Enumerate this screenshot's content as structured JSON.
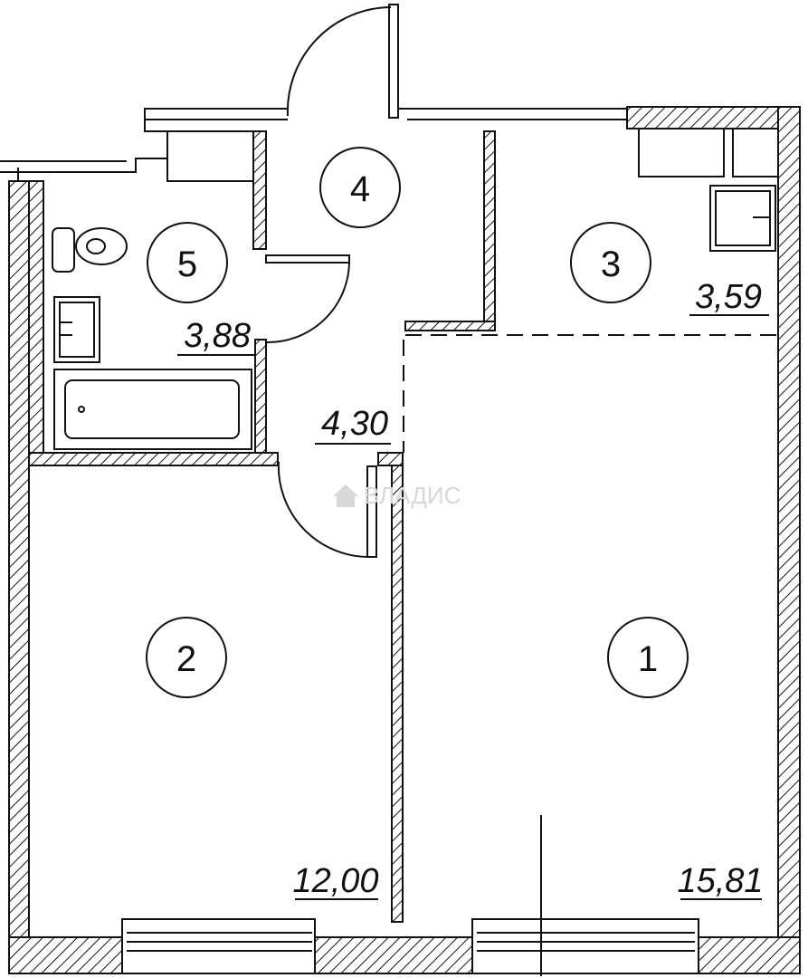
{
  "rooms": [
    {
      "number": "1",
      "area": "15,81"
    },
    {
      "number": "2",
      "area": "12,00"
    },
    {
      "number": "3",
      "area": "3,59"
    },
    {
      "number": "4",
      "area": "4,30"
    },
    {
      "number": "5",
      "area": "3,88"
    }
  ],
  "watermark": {
    "text": "ВЛАДИС",
    "icon": "house-icon"
  },
  "colors": {
    "line": "#111111",
    "background": "#ffffff",
    "watermark": "#d8d8d8"
  }
}
